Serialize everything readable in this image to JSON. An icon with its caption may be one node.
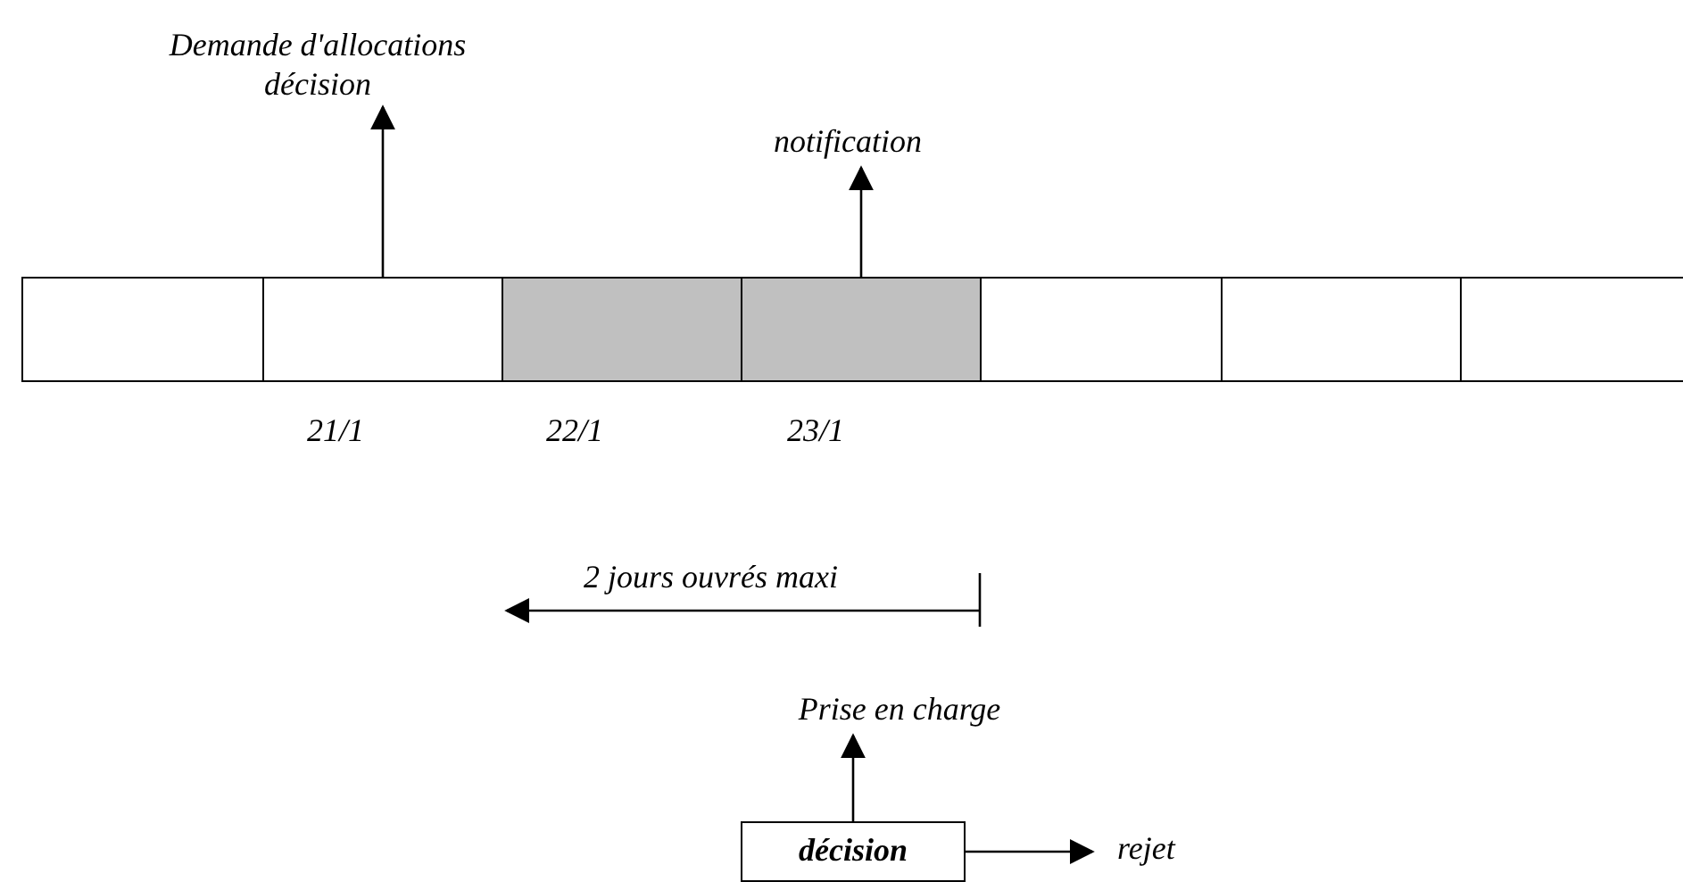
{
  "diagram": {
    "nodes": [
      {
        "text": [
          "Demande d'allocations décision"
        ]
      },
      {
        "text": [
          "notification"
        ]
      },
      {
        "text": [],
        "shape": "box"
      },
      {
        "text": [],
        "shape": "box"
      },
      {
        "text": [],
        "shape": "box"
      },
      {
        "text": [],
        "shape": "box"
      },
      {
        "text": [],
        "shape": "box"
      },
      {
        "text": [],
        "shape": "box"
      },
      {
        "text": [],
        "shape": "box"
      },
      {
        "text": [
          "Prise en charge"
        ]
      },
      {
        "text": [
          "décision"
        ]
      },
      {
        "text": [
          "rejet"
        ]
      }
    ],
    "edges": [
      {
        "from": 3,
        "to": 0,
        "arrow": "to"
      },
      {
        "from": 5,
        "to": 1,
        "arrow": "to"
      },
      {
        "from": 10,
        "to": 9,
        "arrow": "to"
      },
      {
        "from": 10,
        "to": 11,
        "arrow": "to"
      }
    ],
    "labels": [
      "21/1",
      "22/1",
      "23/1",
      "2 jours ouvrés maxi"
    ]
  }
}
